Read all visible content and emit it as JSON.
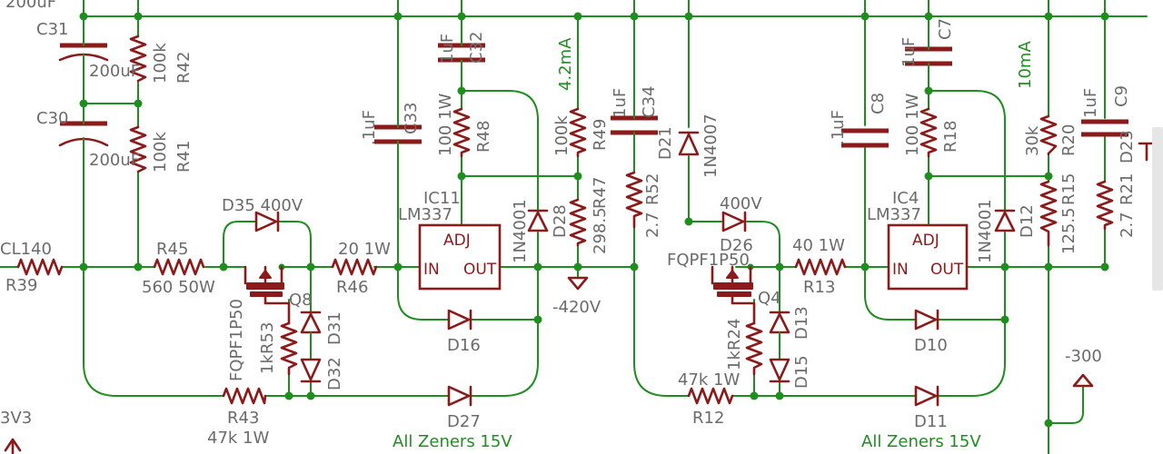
{
  "title": "",
  "colors": {
    "wire": "#1e8e1e",
    "part": "#8b1a1a",
    "text": "#6b6b6b",
    "junction": "#1e8e1e",
    "background": "#ffffff"
  },
  "labels": {
    "c_top_cut": "200uF",
    "c31": "C31",
    "c31_val": "200uF",
    "r42": "R42",
    "r42_val": "100k",
    "c30": "C30",
    "c30_val": "200uF",
    "r41": "R41",
    "r41_val": "100k",
    "cl140": "CL140",
    "r39": "R39",
    "r45": "R45",
    "r45_val": "560 50W",
    "d35": "D35 400V",
    "fqpf1p50_a": "FQPF1P50",
    "q8": "Q8",
    "r53": "R53",
    "r53_val": "1k",
    "d31": "D31",
    "d32": "D32",
    "r43": "R43",
    "r43_val": "47k 1W",
    "v3v3": "3V3",
    "r46_val": "20 1W",
    "r46": "R46",
    "c32": "C32",
    "c32_val": "1uF",
    "c33": "C33",
    "c33_val": ".1uF",
    "r48": "R48",
    "r48_val": "100 1W",
    "ic11": "IC11",
    "lm337_a": "LM337",
    "adj": "ADJ",
    "in": "IN",
    "out": "OUT",
    "n4001_a": "1N4001",
    "d28": "D28",
    "cur_a": "4.2mA",
    "r49": "R49",
    "r49_val": "100k",
    "r47": "R47",
    "r47_val": "298.5",
    "d16": "D16",
    "d27": "D27",
    "zeners_a": "All Zeners 15V",
    "v420": "-420V",
    "c34": "C34",
    "c34_val": "1uF",
    "r52": "R52",
    "r52_val": "2.7",
    "d21": "D21",
    "n4007": "1N4007",
    "v400": "400V",
    "d26": "D26",
    "fqpf1p50_b": "FQPF1P50",
    "q4": "Q4",
    "r24": "R24",
    "r24_val": "1k",
    "d13": "D13",
    "d15": "D15",
    "r12": "R12",
    "r12_val": "47k 1W",
    "r13_val": "40 1W",
    "r13": "R13",
    "c7": "C7",
    "c7_val": "1uF",
    "c8": "C8",
    "c8_val": ".1uF",
    "r18": "R18",
    "r18_val": "100 1W",
    "ic4": "IC4",
    "lm337_b": "LM337",
    "n4001_b": "1N4001",
    "d12": "D12",
    "cur_b": "10mA",
    "r20": "R20",
    "r20_val": "30k",
    "r15": "R15",
    "r15_val": "125.5",
    "c9": "C9",
    "c9_val": "1uF",
    "r21": "R21",
    "r21_val": "2.7",
    "d23": "D23",
    "d10": "D10",
    "d11": "D11",
    "zeners_b": "All Zeners 15V",
    "v300": "-300"
  }
}
